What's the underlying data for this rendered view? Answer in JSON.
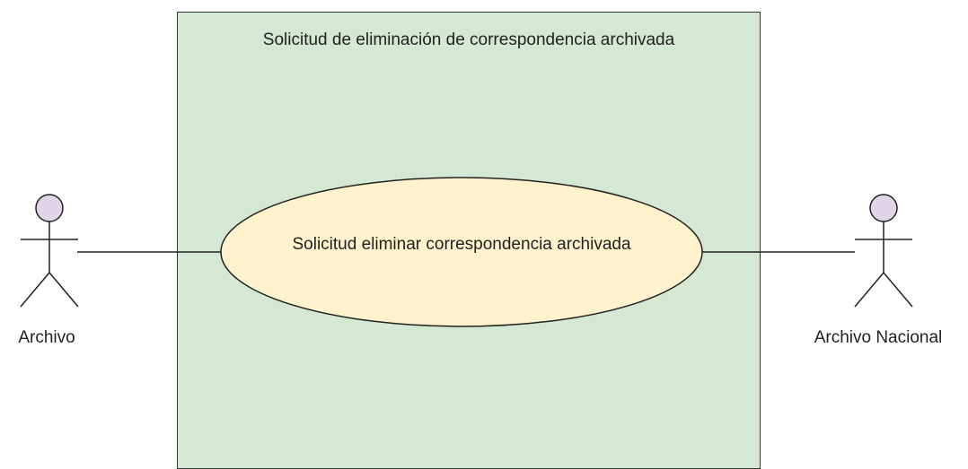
{
  "boundary": {
    "title": "Solicitud de eliminación de correspondencia archivada",
    "fill_color": "#d5e8d4",
    "stroke_color": "#333333"
  },
  "use_case": {
    "label": "Solicitud eliminar correspondencia archivada",
    "fill_color": "#fff2cc"
  },
  "actors": [
    {
      "label": "Archivo",
      "head_color": "#e1d5e7"
    },
    {
      "label": "Archivo Nacional",
      "head_color": "#e1d5e7"
    }
  ]
}
